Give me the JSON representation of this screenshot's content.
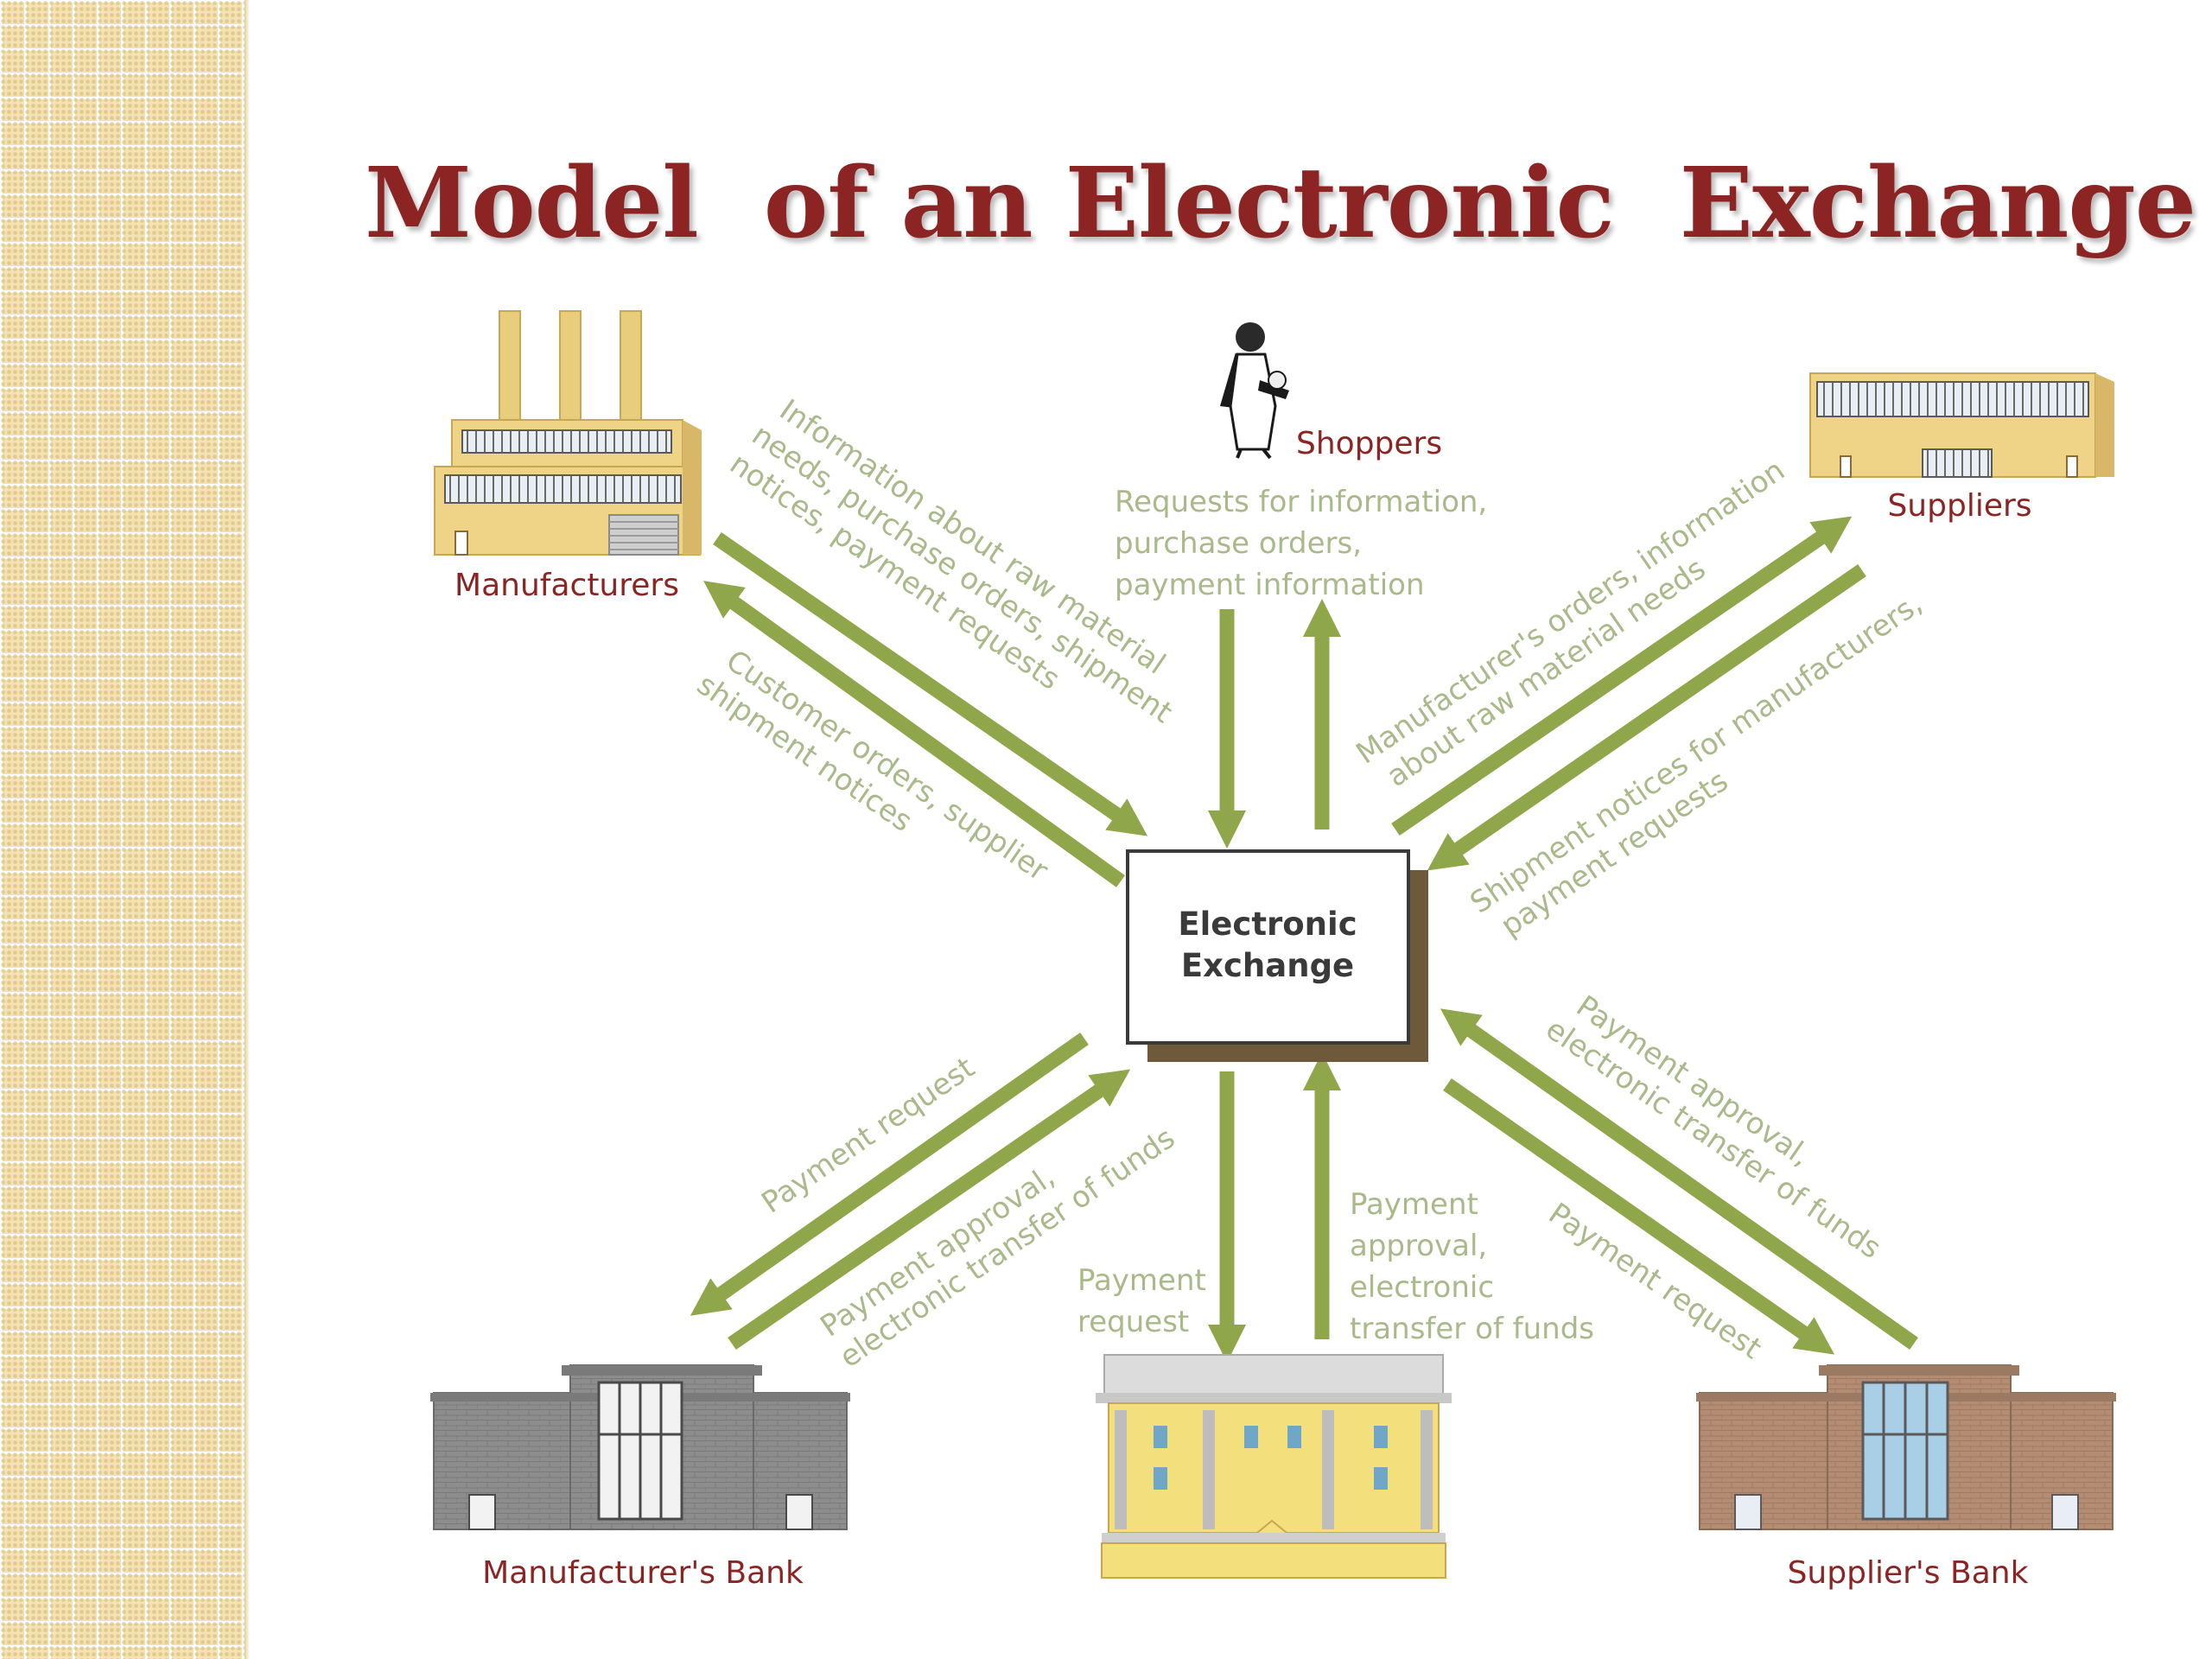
{
  "title": "Model  of an Electronic  Exchange",
  "colors": {
    "title": "#8c2424",
    "arrow": "#8fa64a",
    "arrow_text": "#a9b98a",
    "node_label": "#8c2424",
    "center_border": "#3a3a3a",
    "center_shadow": "#6e5a3a",
    "side_strip": "#f3e2b2"
  },
  "center": {
    "line1": "Electronic",
    "line2": "Exchange"
  },
  "nodes": {
    "manufacturers": "Manufacturers",
    "shoppers": "Shoppers",
    "suppliers": "Suppliers",
    "manufacturers_bank": "Manufacturer's  Bank",
    "central_bank": "",
    "suppliers_bank": "Supplier's Bank"
  },
  "arrows": {
    "manufacturers_to_exchange": [
      "Information about raw material",
      "needs, purchase orders, shipment",
      "notices, payment requests"
    ],
    "exchange_to_manufacturers": [
      "Customer orders, supplier",
      "shipment notices"
    ],
    "shoppers_exchange": [
      "Requests for information,",
      "purchase orders,",
      "payment information"
    ],
    "exchange_to_suppliers": [
      "Manufacturer's orders, information",
      "about raw material needs"
    ],
    "suppliers_to_exchange": [
      "Shipment notices for manufacturers,",
      "payment requests"
    ],
    "exchange_to_manufacturers_bank": [
      "Payment request"
    ],
    "manufacturers_bank_to_exchange": [
      "Payment approval,",
      "electronic transfer of funds"
    ],
    "exchange_to_central_bank": [
      "Payment",
      "request"
    ],
    "central_bank_to_exchange": [
      "Payment",
      "approval,",
      "electronic",
      "transfer of funds"
    ],
    "suppliers_bank_to_exchange": [
      "Payment approval,",
      "electronic transfer of funds"
    ],
    "exchange_to_suppliers_bank": [
      "Payment request"
    ]
  }
}
